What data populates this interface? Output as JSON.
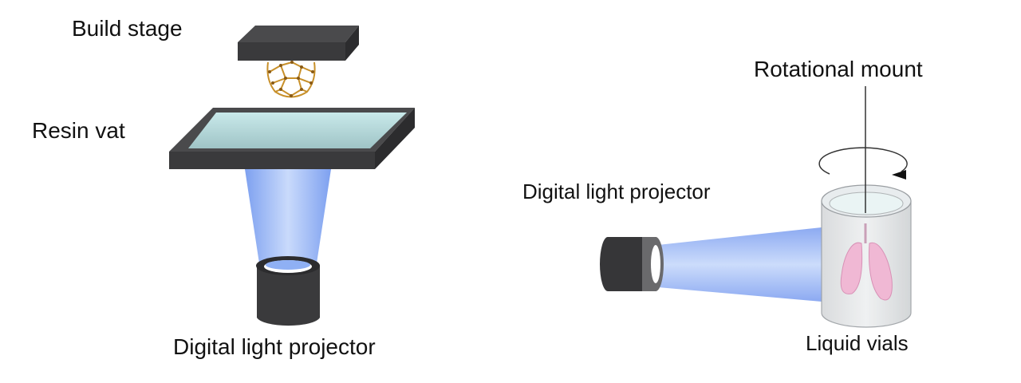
{
  "left_panel": {
    "build_stage_label": "Build stage",
    "resin_vat_label": "Resin vat",
    "projector_label": "Digital light projector"
  },
  "right_panel": {
    "rotational_mount_label": "Rotational mount",
    "projector_label": "Digital light projector",
    "liquid_vials_label": "Liquid vials"
  },
  "colors": {
    "dark_gray": "#3c3c3e",
    "light_beam": "#7fa4f0",
    "resin": "#b6dcdc",
    "structure": "#c8902a",
    "lung": "#f0b8d4"
  }
}
